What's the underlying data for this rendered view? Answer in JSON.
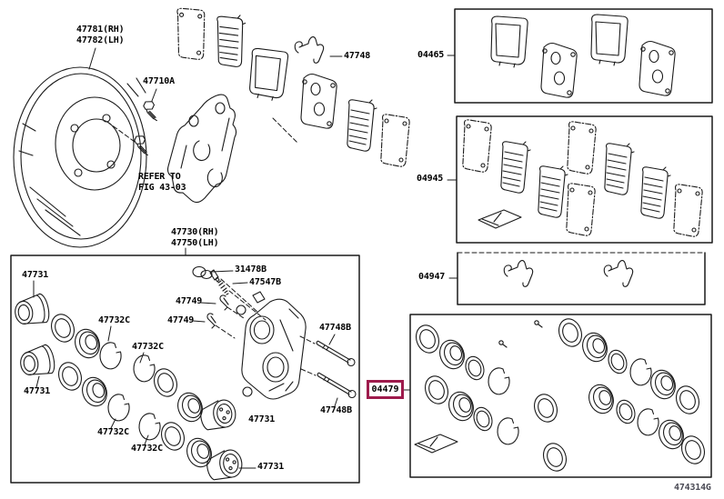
{
  "figure": {
    "code": "474314G",
    "highlight_color": "#9e1b4c"
  },
  "dust_shield": {
    "part_rh": "47781(RH)",
    "part_lh": "47782(LH)",
    "mount_bolt": "47710A",
    "note_line1": "REFER TO",
    "note_line2": "FIG 43-03"
  },
  "pad_group": {
    "anti_rattle_clip": "47748"
  },
  "kits": {
    "pad_kit": "04465",
    "shim_kit": "04945",
    "fitting_kit": "04947",
    "cylinder_kit": "04479"
  },
  "caliper_group": {
    "caliper_rh": "47730(RH)",
    "caliper_lh": "47750(LH)",
    "piston": "47731",
    "piston_seal": "47732C",
    "bleeder_cap": "31478B",
    "bleeder_plug": "47547B",
    "retaining_pin": "47749",
    "slide_bolt": "47748B"
  }
}
